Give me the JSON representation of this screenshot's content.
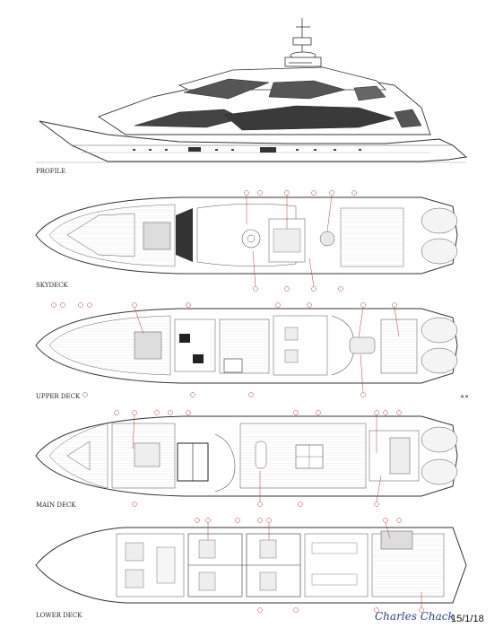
{
  "labels": {
    "profile": "PROFILE",
    "skydeck": "SKYDECK",
    "upper_deck": "UPPER DECK",
    "main_deck": "MAIN DECK",
    "lower_deck": "LOWER DECK"
  },
  "signature": "Charles Chack",
  "date": "15/1/18",
  "colors": {
    "line": "#333333",
    "annotation": "#c0392b",
    "glass": "#555555",
    "deck": "#f2f2f2"
  }
}
